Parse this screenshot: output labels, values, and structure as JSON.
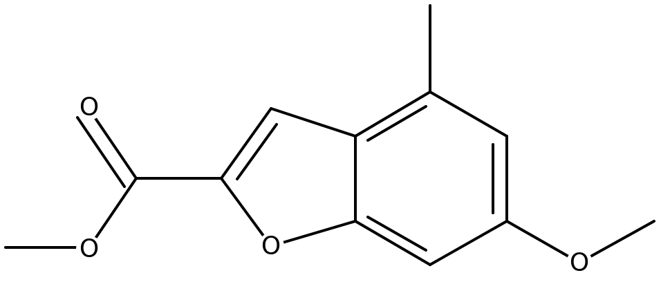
{
  "structure": {
    "atom_labels": {
      "carbonyl_oxygen": "O",
      "ester_oxygen": "O",
      "furan_oxygen": "O",
      "methoxy_oxygen": "O"
    }
  },
  "colors": {
    "line": "#000000",
    "background": "#ffffff"
  }
}
